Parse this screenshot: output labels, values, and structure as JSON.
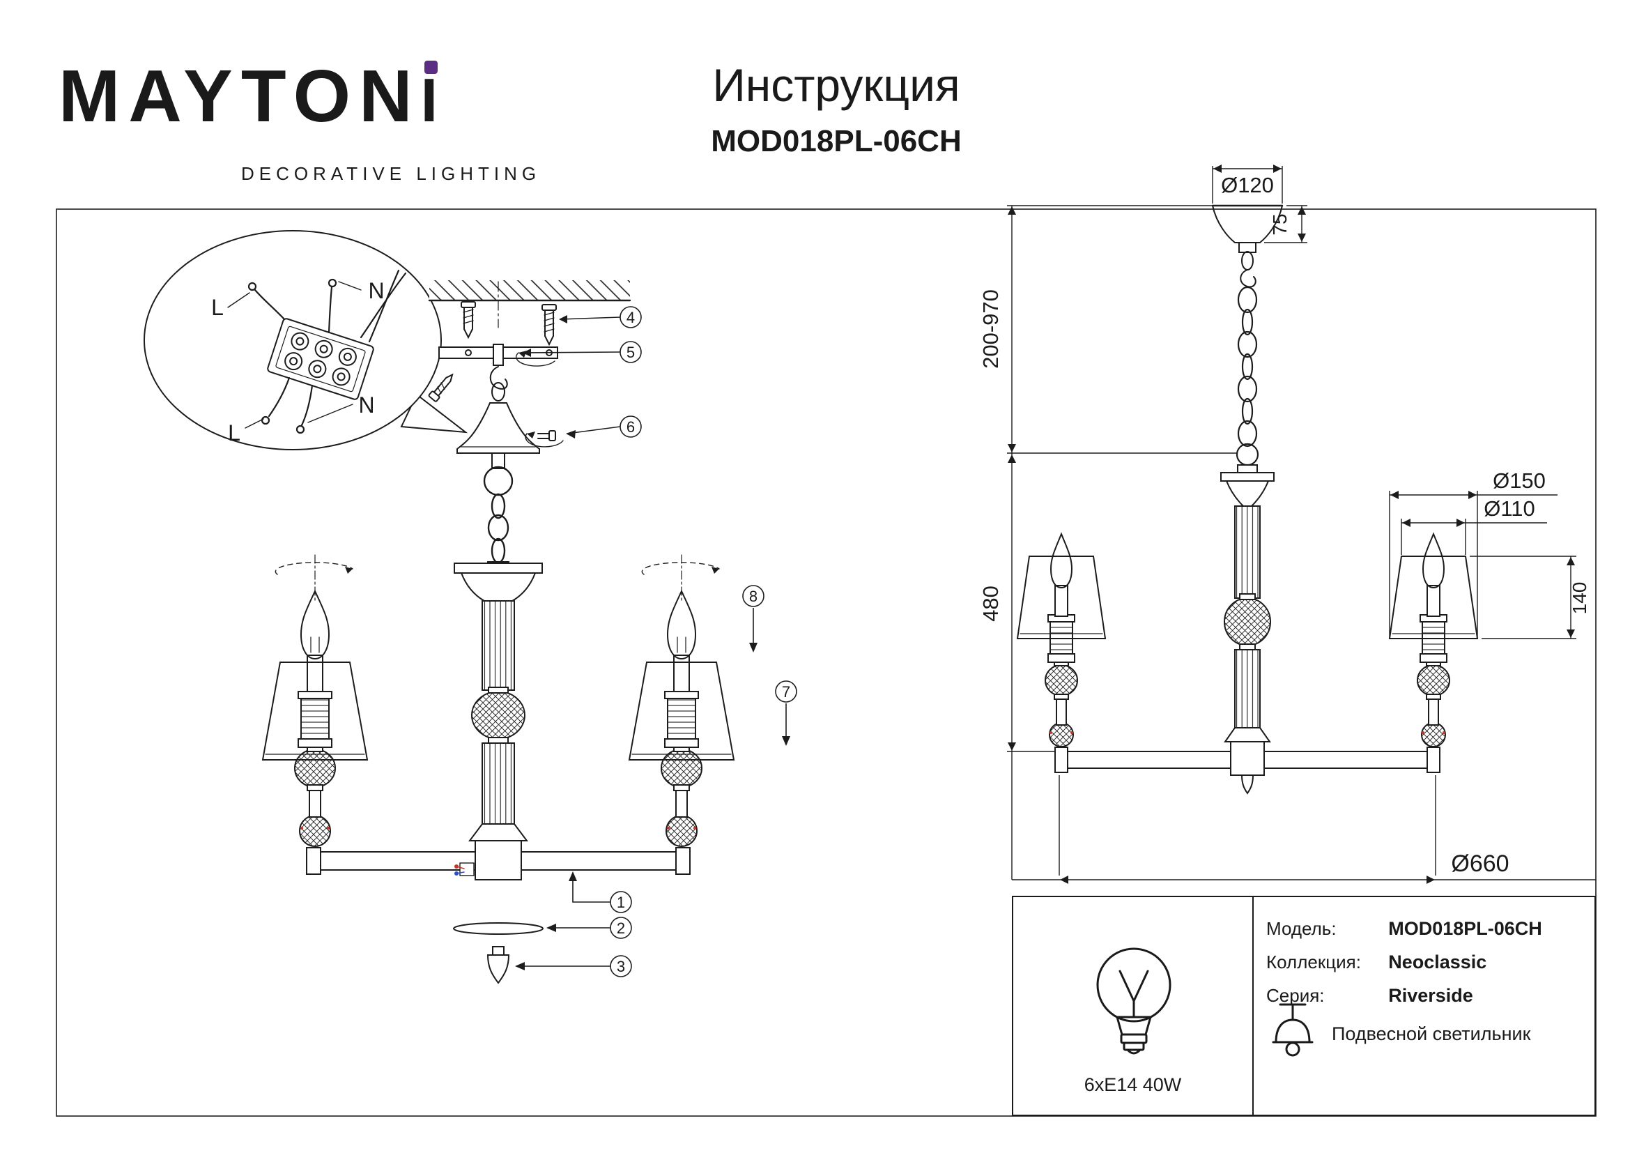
{
  "header": {
    "brand_main": "MAYTON",
    "brand_i": "I",
    "brand_tagline": "DECORATIVE LIGHTING",
    "doc_title": "Инструкция",
    "doc_model": "MOD018PL-06CH"
  },
  "wiring": {
    "top_left": "L",
    "top_right": "N",
    "bottom_right": "N",
    "bottom_left": "L"
  },
  "callouts": {
    "c1": "1",
    "c2": "2",
    "c3": "3",
    "c4": "4",
    "c5": "5",
    "c6": "6",
    "c7": "7",
    "c8": "8"
  },
  "dims": {
    "canopy_diameter": "Ø120",
    "canopy_height": "75",
    "suspension_height": "200-970",
    "body_height": "480",
    "shade_bottom_diameter": "Ø150",
    "shade_top_diameter": "Ø110",
    "shade_height": "140",
    "fixture_diameter": "Ø660"
  },
  "specs": {
    "bulb_caption": "6xE14 40W",
    "model_label": "Модель:",
    "model_value": "MOD018PL-06CH",
    "collection_label": "Коллекция:",
    "collection_value": "Neoclassic",
    "series_label": "Серия:",
    "series_value": "Riverside",
    "type_value": "Подвесной светильник"
  },
  "accent_colors": {
    "brand_dot": "#5b2d83",
    "wire_live": "#c0392b",
    "wire_neutral": "#2c4fc8"
  }
}
